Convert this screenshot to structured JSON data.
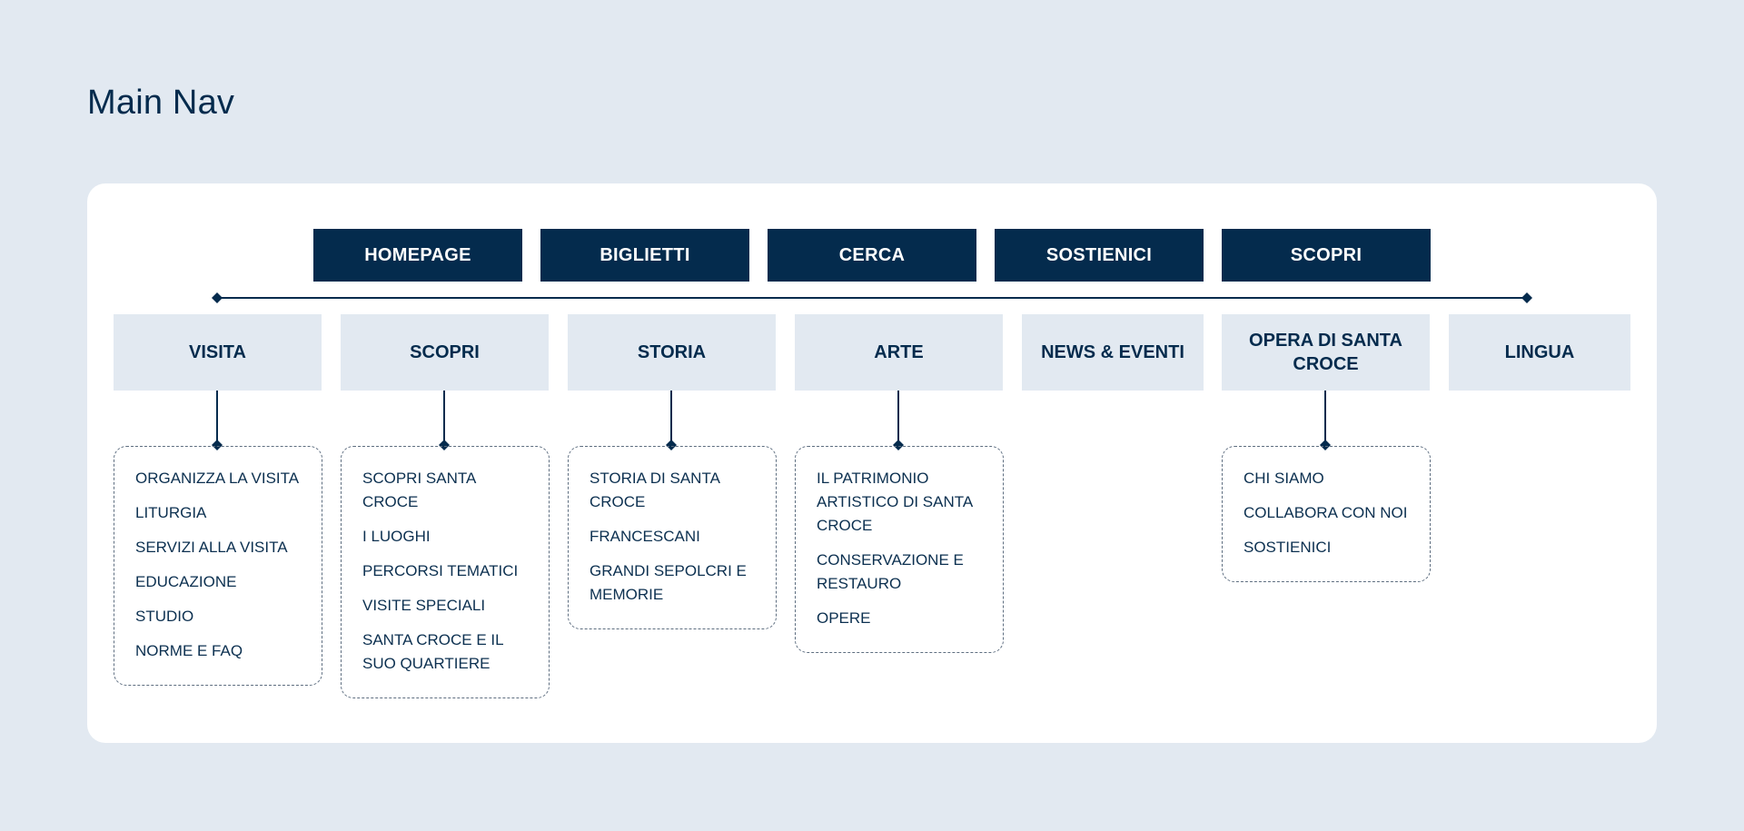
{
  "page": {
    "title": "Main Nav"
  },
  "colors": {
    "background": "#e2e9f1",
    "card": "#ffffff",
    "navy": "#042b4d",
    "category_fill": "#e2e9f1",
    "dashed_border": "#5e6e80"
  },
  "top_nav": [
    {
      "label": "HOMEPAGE"
    },
    {
      "label": "BIGLIETTI"
    },
    {
      "label": "CERCA"
    },
    {
      "label": "SOSTIENICI"
    },
    {
      "label": "SCOPRI"
    }
  ],
  "categories": [
    {
      "label": "VISITA",
      "submenu": [
        "ORGANIZZA LA VISITA",
        "LITURGIA",
        "SERVIZI ALLA VISITA",
        "EDUCAZIONE",
        "STUDIO",
        "NORME E FAQ"
      ]
    },
    {
      "label": "SCOPRI",
      "submenu": [
        "SCOPRI SANTA CROCE",
        "I LUOGHI",
        "PERCORSI TEMATICI",
        "VISITE SPECIALI",
        "SANTA CROCE E IL SUO QUARTIERE"
      ]
    },
    {
      "label": "STORIA",
      "submenu": [
        "STORIA DI SANTA CROCE",
        "FRANCESCANI",
        "GRANDI SEPOLCRI E MEMORIE"
      ]
    },
    {
      "label": "ARTE",
      "submenu": [
        "IL PATRIMONIO ARTISTICO DI SANTA CROCE",
        "CONSERVAZIONE E RESTAURO",
        "OPERE"
      ]
    },
    {
      "label": "NEWS & EVENTI",
      "submenu": []
    },
    {
      "label": "OPERA DI SANTA CROCE",
      "submenu": [
        "CHI SIAMO",
        "COLLABORA CON NOI",
        "SOSTIENICI"
      ]
    },
    {
      "label": "LINGUA",
      "submenu": []
    }
  ]
}
